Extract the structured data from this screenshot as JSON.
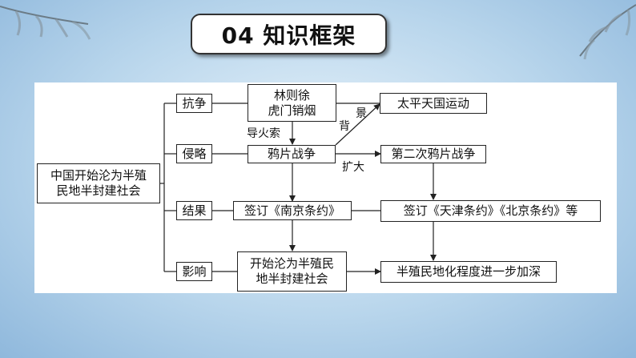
{
  "title": "04 知识框架",
  "diagram": {
    "root": "中国开始沦为半殖\n民地半封建社会",
    "categories": [
      "抗争",
      "侵略",
      "结果",
      "影响"
    ],
    "nodes": {
      "lin_zexu": "林则徐\n虎门销烟",
      "opium_war": "鸦片战争",
      "nanjing_treaty": "签订《南京条约》",
      "semi_colonial_start": "开始沦为半殖民\n地半封建社会",
      "taiping": "太平天国运动",
      "second_opium_war": "第二次鸦片战争",
      "tianjin_beijing_treaties": "签订《天津条约》《北京条约》等",
      "deepening": "半殖民地化程度进一步加深"
    },
    "edge_labels": {
      "fuse": "导火索",
      "background_1": "背",
      "background_2": "景",
      "expand": "扩大"
    }
  },
  "colors": {
    "background": "#b9d6ec",
    "panel": "#ffffff",
    "line": "#222222"
  }
}
